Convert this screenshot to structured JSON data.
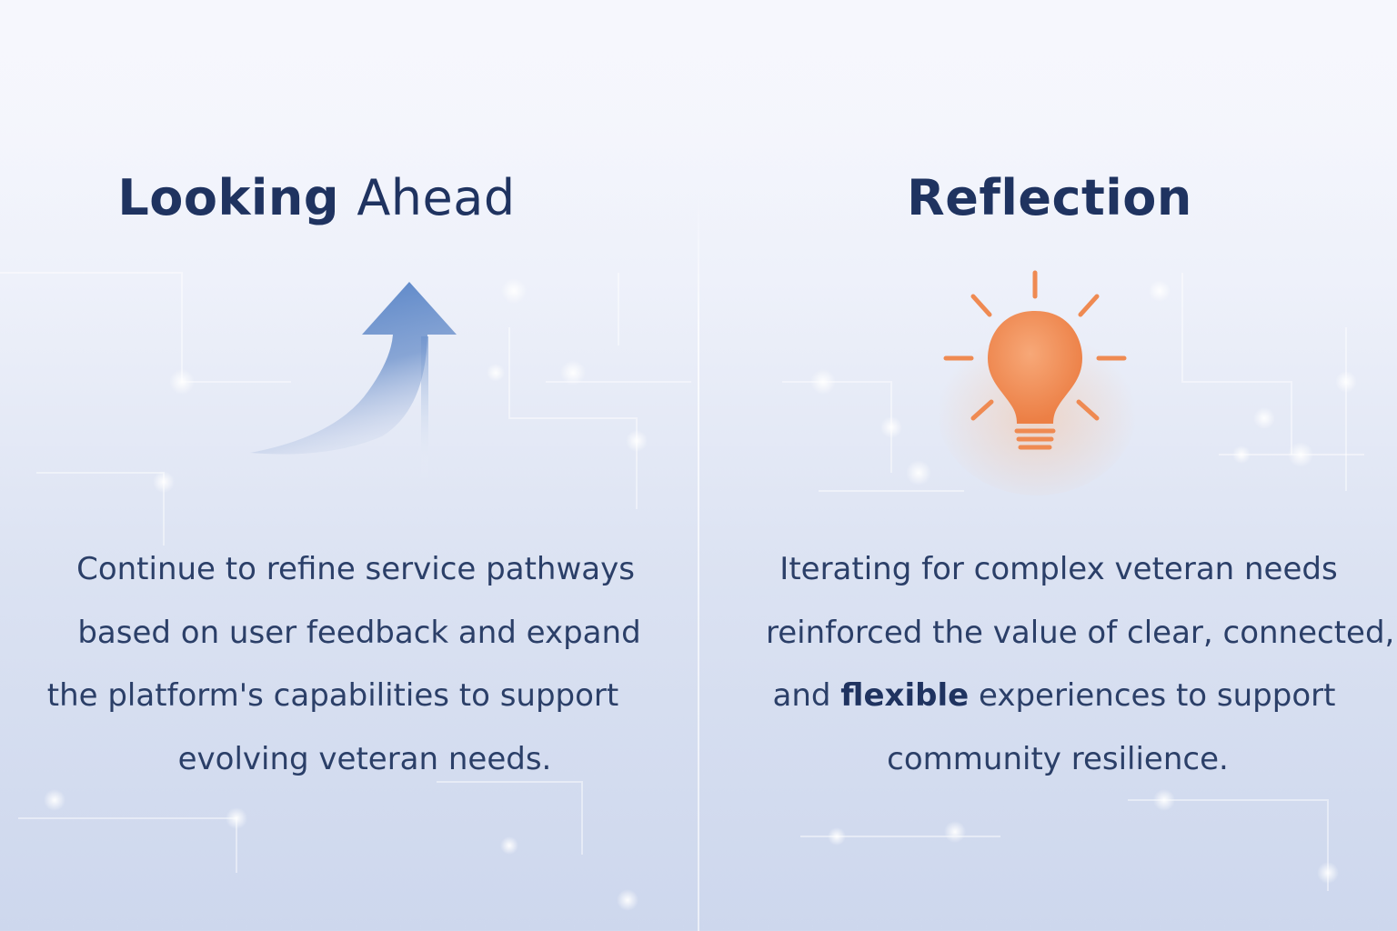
{
  "left_panel": {
    "title_bold": "Looking",
    "title_light": "Ahead",
    "icon": "upward-arrow-icon",
    "body_lines": [
      "Continue to refine service pathways",
      "based on user feedback and expand",
      "the platform's capabilities to support",
      "evolving veteran needs."
    ]
  },
  "right_panel": {
    "title": "Reflection",
    "icon": "lightbulb-icon",
    "body_lines": [
      {
        "pre": "Iterating for complex veteran needs",
        "bold": "",
        "post": ""
      },
      {
        "pre": "reinforced the value of clear, connected,",
        "bold": "",
        "post": ""
      },
      {
        "pre": "and ",
        "bold": "flexible",
        "post": " experiences to support"
      },
      {
        "pre": "community resilience.",
        "bold": "",
        "post": ""
      }
    ]
  },
  "colors": {
    "title": "#1f3360",
    "body_text": "#2b3f68",
    "arrow": "#4f7fc6",
    "bulb": "#ef8a52"
  }
}
